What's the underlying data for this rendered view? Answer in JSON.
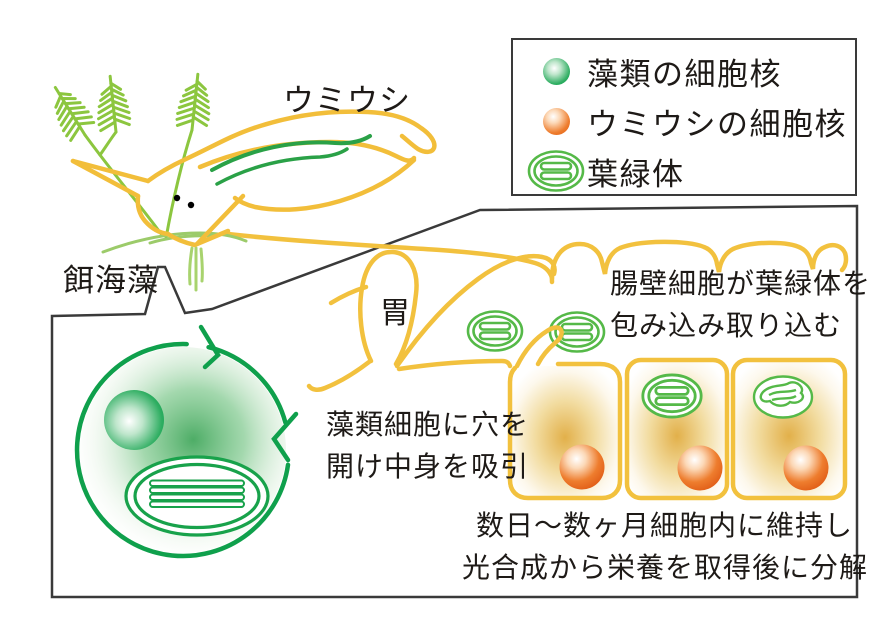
{
  "figure": {
    "subject": "sea-slug-kleptoplasty-diagram",
    "labels": {
      "sea_slug": "ウミウシ",
      "food_algae": "餌海藻",
      "stomach": "胃"
    },
    "legend": {
      "items": [
        {
          "icon": "algae-nucleus-icon",
          "label": "藻類の細胞核",
          "color": "#009a44"
        },
        {
          "icon": "sea-slug-nucleus-icon",
          "label": "ウミウシの細胞核",
          "color": "#e05a10"
        },
        {
          "icon": "chloroplast-icon",
          "label": "葉緑体",
          "color": "#55b948"
        }
      ]
    },
    "annotations": {
      "pierce": {
        "line1": "藻類細胞に穴を",
        "line2": "開け中身を吸引"
      },
      "engulf": {
        "line1": "腸壁細胞が葉緑体を",
        "line2": "包み込み取り込む"
      },
      "retain": {
        "line1": "数日〜数ヶ月細胞内に維持し",
        "line2": "光合成から栄養を取得後に分解"
      }
    },
    "colors": {
      "outline_yellow": "#F2C13E",
      "cell_wall_green": "#12A24B",
      "chloroplast_green": "#55B948",
      "algae_light_green": "#8CC63F",
      "algae_pale_green": "#A8D36E",
      "sea_slug_nucleus_orange": "#E05A10",
      "algae_nucleus_green": "#009A44",
      "text_black": "#1E1A17",
      "panel_border": "#3A3A3A"
    }
  }
}
